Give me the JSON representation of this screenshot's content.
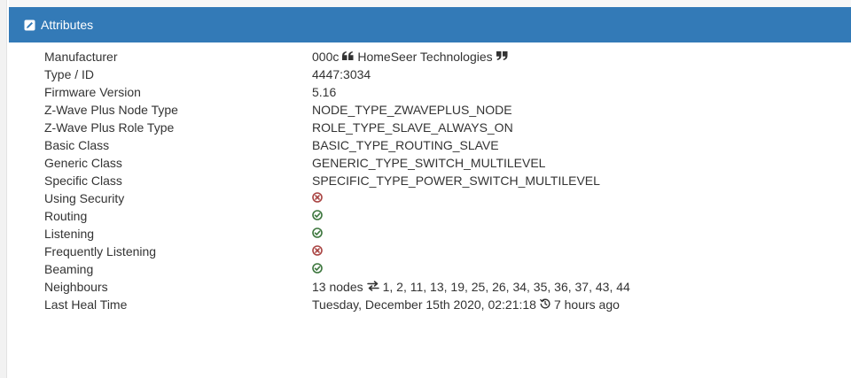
{
  "panel": {
    "title": "Attributes",
    "title_icon": "edit-icon",
    "header_color": "#337ab7"
  },
  "attributes": [
    {
      "label": "Manufacturer",
      "id_text": "000c",
      "name": "HomeSeer Technologies",
      "icons": [
        "quote-left-icon",
        "quote-right-icon"
      ]
    },
    {
      "label": "Type / ID",
      "value": "4447:3034"
    },
    {
      "label": "Firmware Version",
      "value": "5.16"
    },
    {
      "label": "Z-Wave Plus Node Type",
      "value": "NODE_TYPE_ZWAVEPLUS_NODE"
    },
    {
      "label": "Z-Wave Plus Role Type",
      "value": "ROLE_TYPE_SLAVE_ALWAYS_ON"
    },
    {
      "label": "Basic Class",
      "value": "BASIC_TYPE_ROUTING_SLAVE"
    },
    {
      "label": "Generic Class",
      "value": "GENERIC_TYPE_SWITCH_MULTILEVEL"
    },
    {
      "label": "Specific Class",
      "value": "SPECIFIC_TYPE_POWER_SWITCH_MULTILEVEL"
    },
    {
      "label": "Using Security",
      "status": false,
      "icon": "x-circle-icon"
    },
    {
      "label": "Routing",
      "status": true,
      "icon": "check-circle-icon"
    },
    {
      "label": "Listening",
      "status": true,
      "icon": "check-circle-icon"
    },
    {
      "label": "Frequently Listening",
      "status": false,
      "icon": "x-circle-icon"
    },
    {
      "label": "Beaming",
      "status": true,
      "icon": "check-circle-icon"
    },
    {
      "label": "Neighbours",
      "count_text": "13 nodes",
      "list_text": "1, 2, 11, 13, 19, 25, 26, 34, 35, 36, 37, 43, 44",
      "icon": "exchange-icon"
    },
    {
      "label": "Last Heal Time",
      "date_text": "Tuesday, December 15th 2020, 02:21:18",
      "ago_text": "7 hours ago",
      "icon": "history-icon"
    }
  ],
  "colors": {
    "text": "#333333",
    "status_true": "#3c763d",
    "status_false": "#a94442"
  }
}
